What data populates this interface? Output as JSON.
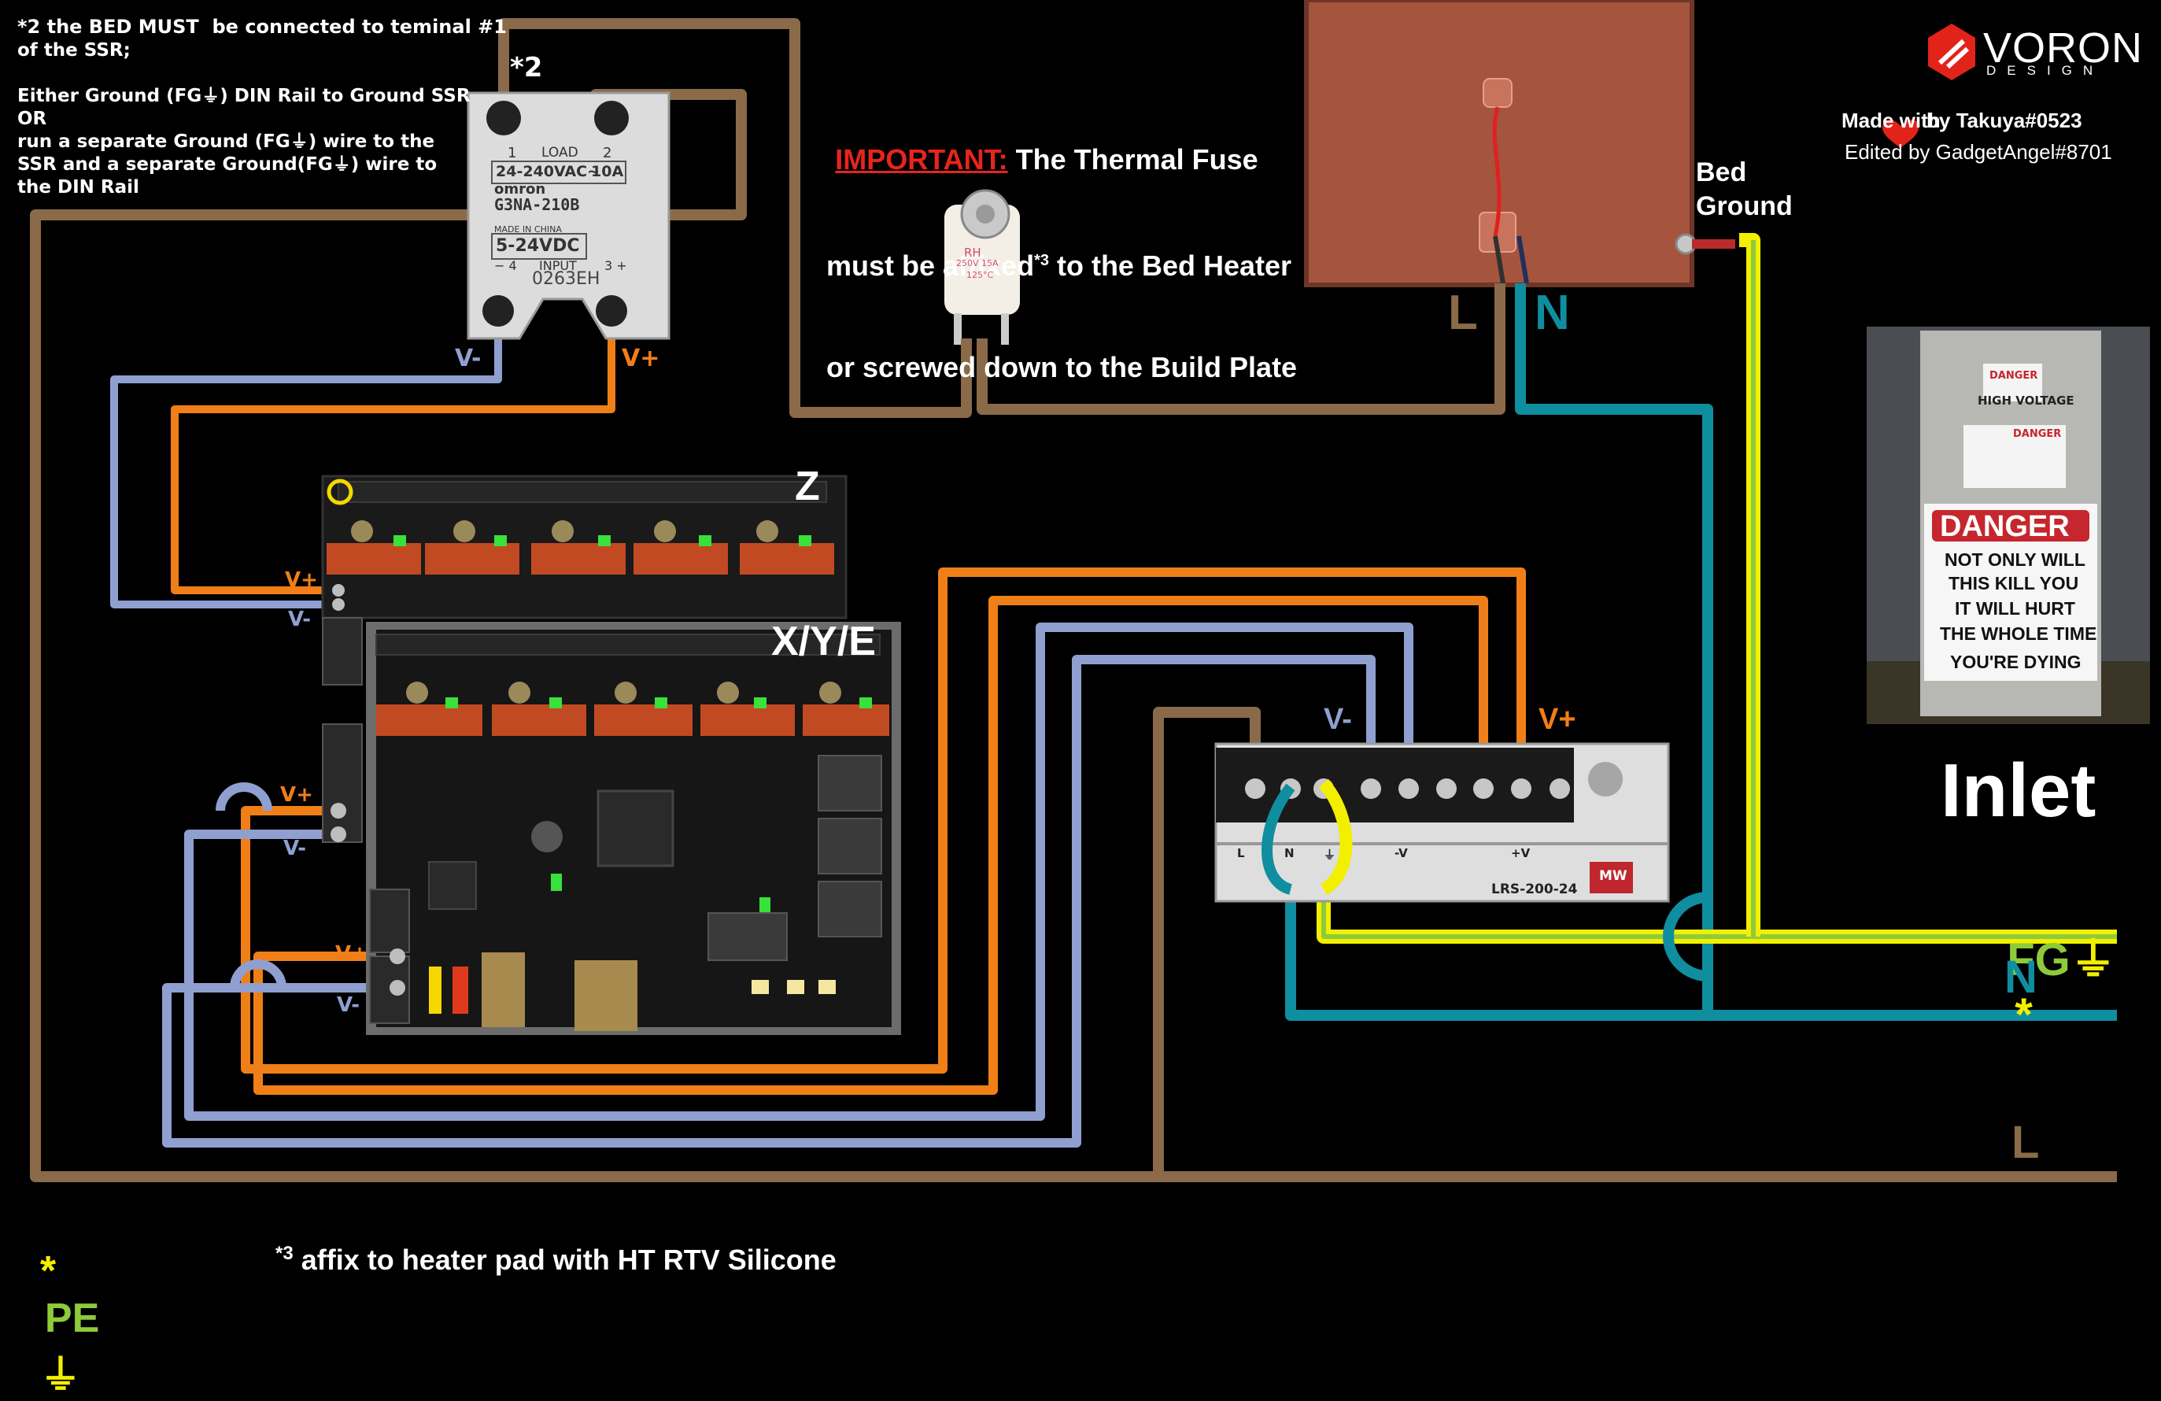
{
  "notes": {
    "bed_ssr_title": "*2 the BED MUST  be connected to teminal #1",
    "bed_ssr_line2": "of the SSR;",
    "ground_l1": "Either Ground (FG⏚) DIN Rail to Ground SSR",
    "ground_l2": "OR",
    "ground_l3": "run a separate Ground (FG⏚) wire to the",
    "ground_l4": "SSR and a separate Ground(FG⏚) wire to",
    "ground_l5": "the DIN Rail",
    "important_label": "IMPORTANT:",
    "important_l1": " The Thermal Fuse",
    "important_l2": "must be affixed",
    "important_sup": "*3",
    "important_l2b": " to the Bed Heater",
    "important_l3": "or screwed down to the Build Plate",
    "footnote3_mark": "*3",
    "footnote3_text": " affix to heater pad with HT RTV Silicone",
    "pe_star": "*",
    "pe_label": "PE",
    "pe_symbol": "⏚"
  },
  "branding": {
    "logo_text": "VORON",
    "logo_sub": "DESIGN",
    "made_with": "Made with",
    "made_by": "by Takuya#0523",
    "edited_by": "Edited by GadgetAngel#8701"
  },
  "ssr": {
    "marker": "*2",
    "terminal1": "1",
    "load": "LOAD",
    "terminal2": "2",
    "rating_ac": "24-240VAC~",
    "rating_a": "10A",
    "brand": "omron",
    "model": "G3NA-210B",
    "made_in": "MADE IN CHINA",
    "input_range": "5-24VDC",
    "input_neg": "− 4",
    "input_label": "INPUT",
    "input_pos": "3 +",
    "code": "0263EH",
    "vminus": "V-",
    "vplus": "V+"
  },
  "bed": {
    "ground_label_1": "Bed",
    "ground_label_2": "Ground",
    "l_label": "L",
    "n_label": "N"
  },
  "fuse": {
    "text1": "RH",
    "text2": "250V 15A",
    "text3": "125°C"
  },
  "board": {
    "z_label": "Z",
    "xye_label": "X/Y/E",
    "top_vplus": "V+",
    "top_vminus": "V-",
    "mid_vplus": "V+",
    "mid_vminus": "V-",
    "low_vplus": "V+",
    "low_vminus": "V-"
  },
  "psu": {
    "vminus": "V-",
    "vplus": "V+",
    "term_l": "L",
    "term_n": "N",
    "term_pe": "⏚",
    "term_neg": "-V",
    "term_pos": "+V",
    "model": "LRS-200-24",
    "brand": "MW"
  },
  "sign": {
    "top": "DANGER",
    "hv": "HIGH VOLTAGE",
    "small": "DANGER",
    "big": "DANGER",
    "l1": "NOT ONLY WILL",
    "l2": "THIS KILL YOU",
    "l3": "IT WILL HURT",
    "l4": "THE WHOLE TIME",
    "l5": "YOU'RE DYING"
  },
  "inlet": {
    "title": "Inlet",
    "fg": "FG",
    "fg_symbol": "⏚",
    "fg_star": "*",
    "n": "N",
    "l": "L"
  },
  "colors": {
    "live": "#8a6a48",
    "neutral": "#0f8ea0",
    "ground_yellow": "#f2ef00",
    "ground_green": "#8ecb3a",
    "vplus": "#f07f18",
    "vminus": "#8f9fd0",
    "important_red": "#e8241c",
    "background": "#000000"
  }
}
